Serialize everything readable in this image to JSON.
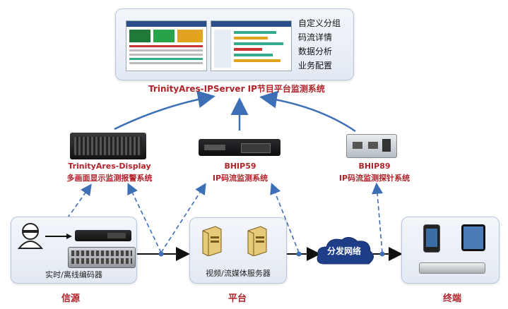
{
  "server": {
    "menu": [
      "自定义分组",
      "码流详情",
      "数据分析",
      "业务配置"
    ],
    "caption": "TrinityAres-IPServer  IP节目平台监测系统"
  },
  "devices": [
    {
      "name": "TrinityAres-Display",
      "desc": "多画面显示监测报警系统"
    },
    {
      "name": "BHIP59",
      "desc": "IP码流监测系统"
    },
    {
      "name": "BHIP89",
      "desc": "IP码流监测探针系统"
    }
  ],
  "sections": {
    "source": {
      "caption": "实时/离线编码器",
      "title": "信源"
    },
    "platform": {
      "caption": "视频/流媒体服务器",
      "title": "平台"
    },
    "network": {
      "label": "分发网络"
    },
    "terminal": {
      "title": "终端"
    }
  },
  "colors": {
    "accent_red": "#b0232a",
    "arrow_blue": "#3d6fb6",
    "cloud": "#1e3f87"
  }
}
